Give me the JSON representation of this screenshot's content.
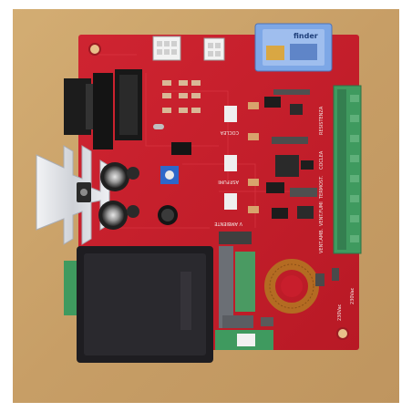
{
  "photo": {
    "relay_brand": "finder",
    "labels": {
      "coclea": "COCLEA",
      "aspfumi": "ASP.FUMI",
      "ambiente": "V AMBIENTE",
      "vent_amb": "VENT.AMB.",
      "ventfumi": "VENT.FUMI",
      "termost": "TERMOST.",
      "coclea2": "COCLEA",
      "resistenza": "RESISTENZA",
      "v230": "230Vac"
    }
  },
  "colors": {
    "background": "#ffffff",
    "table": "#c9a46d",
    "pcb": "#c81e2c",
    "transformer": "#1e1d21",
    "terminal": "#3f9a5f",
    "relay": "#7da7e6",
    "heatsink": "#e4e6ea",
    "copper": "#b46b22"
  }
}
